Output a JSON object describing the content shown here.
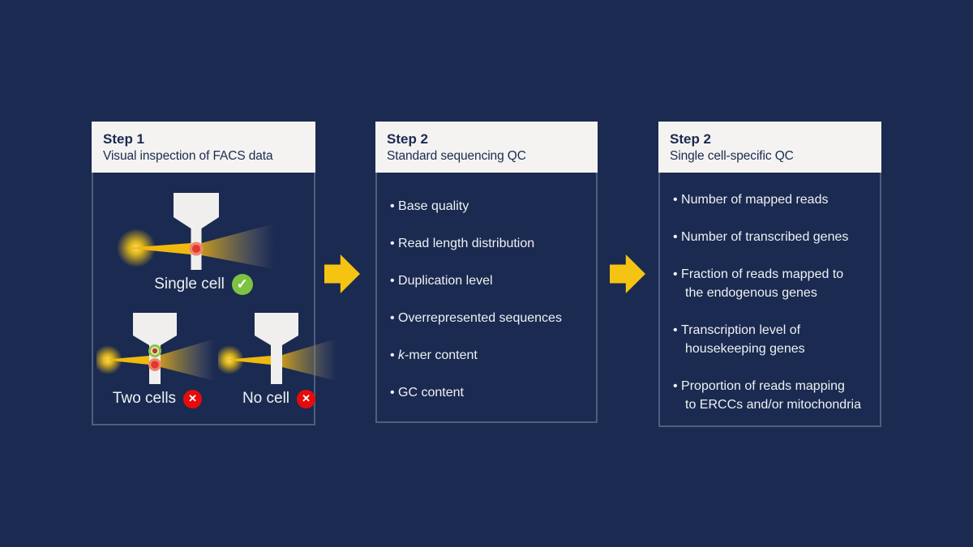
{
  "colors": {
    "background": "#1b2a50",
    "panel_border": "#4e5d80",
    "header_bg": "#f4f3f1",
    "header_text": "#1b2a50",
    "body_text": "#eef1f4",
    "arrow": "#f5c413",
    "check_green": "#7dc242",
    "cross_red": "#e60b0b",
    "laser_yellow": "#f0ba10",
    "cell_red": "#e13a28",
    "cell_ring_green": "#8dc63f",
    "nozzle_fill": "#f0efed"
  },
  "icons": {
    "check": "check-icon ✓ in green circle",
    "cross": "cross-icon ✕ in red circle",
    "arrow": "gold block arrow pointing right"
  },
  "panels": [
    {
      "step": "Step 1",
      "subtitle": "Visual inspection of FACS data",
      "figures": [
        {
          "label": "Single cell",
          "status": "check"
        },
        {
          "label": "Two cells",
          "status": "cross"
        },
        {
          "label": "No cell",
          "status": "cross"
        }
      ]
    },
    {
      "step": "Step 2",
      "subtitle": "Standard sequencing QC",
      "bullets": [
        [
          {
            "text": "Base quality"
          }
        ],
        [
          {
            "text": "Read length distribution"
          }
        ],
        [
          {
            "text": "Duplication level"
          }
        ],
        [
          {
            "text": "Overrepresented sequences"
          }
        ],
        [
          {
            "text": "k",
            "italic": true
          },
          {
            "text": "-mer content"
          }
        ],
        [
          {
            "text": "GC content"
          }
        ]
      ]
    },
    {
      "step": "Step 2",
      "subtitle": "Single cell-specific QC",
      "bullets": [
        [
          {
            "text": "Number of mapped reads"
          }
        ],
        [
          {
            "text": "Number of transcribed genes"
          }
        ],
        [
          {
            "text": "Fraction of reads mapped to\nthe endogenous genes"
          }
        ],
        [
          {
            "text": "Transcription level of\nhousekeeping genes"
          }
        ],
        [
          {
            "text": "Proportion of reads mapping\nto ERCCs and/or mitochondria"
          }
        ]
      ]
    }
  ]
}
